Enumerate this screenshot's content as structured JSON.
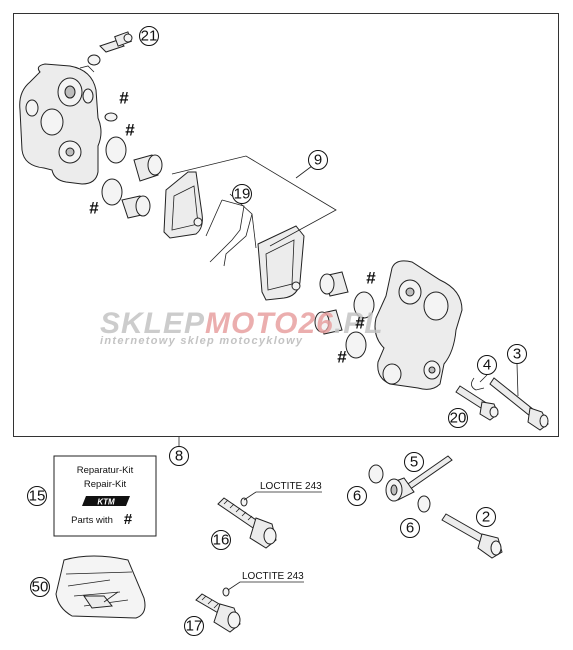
{
  "callouts": {
    "c21": "21",
    "c9": "9",
    "c19": "19",
    "c4": "4",
    "c3": "3",
    "c20": "20",
    "c8": "8",
    "c5": "5",
    "c6a": "6",
    "c6b": "6",
    "c2": "2",
    "c15": "15",
    "c16": "16",
    "c50": "50",
    "c17": "17"
  },
  "hash_mark": "#",
  "loctite_label": "LOCTITE 243",
  "repair_kit": {
    "line1": "Reparatur-Kit",
    "line2": "Repair-Kit",
    "brand": "KTM",
    "line3": "Parts with",
    "symbol": "#"
  },
  "watermark": {
    "part1": "SKLEP",
    "part2": "MOTO",
    "part3": "26",
    "part4": ".PL",
    "tagline": "internetowy sklep motocyklowy",
    "color_grey": "#c4c4c4",
    "color_red": "#e8a0a0"
  }
}
